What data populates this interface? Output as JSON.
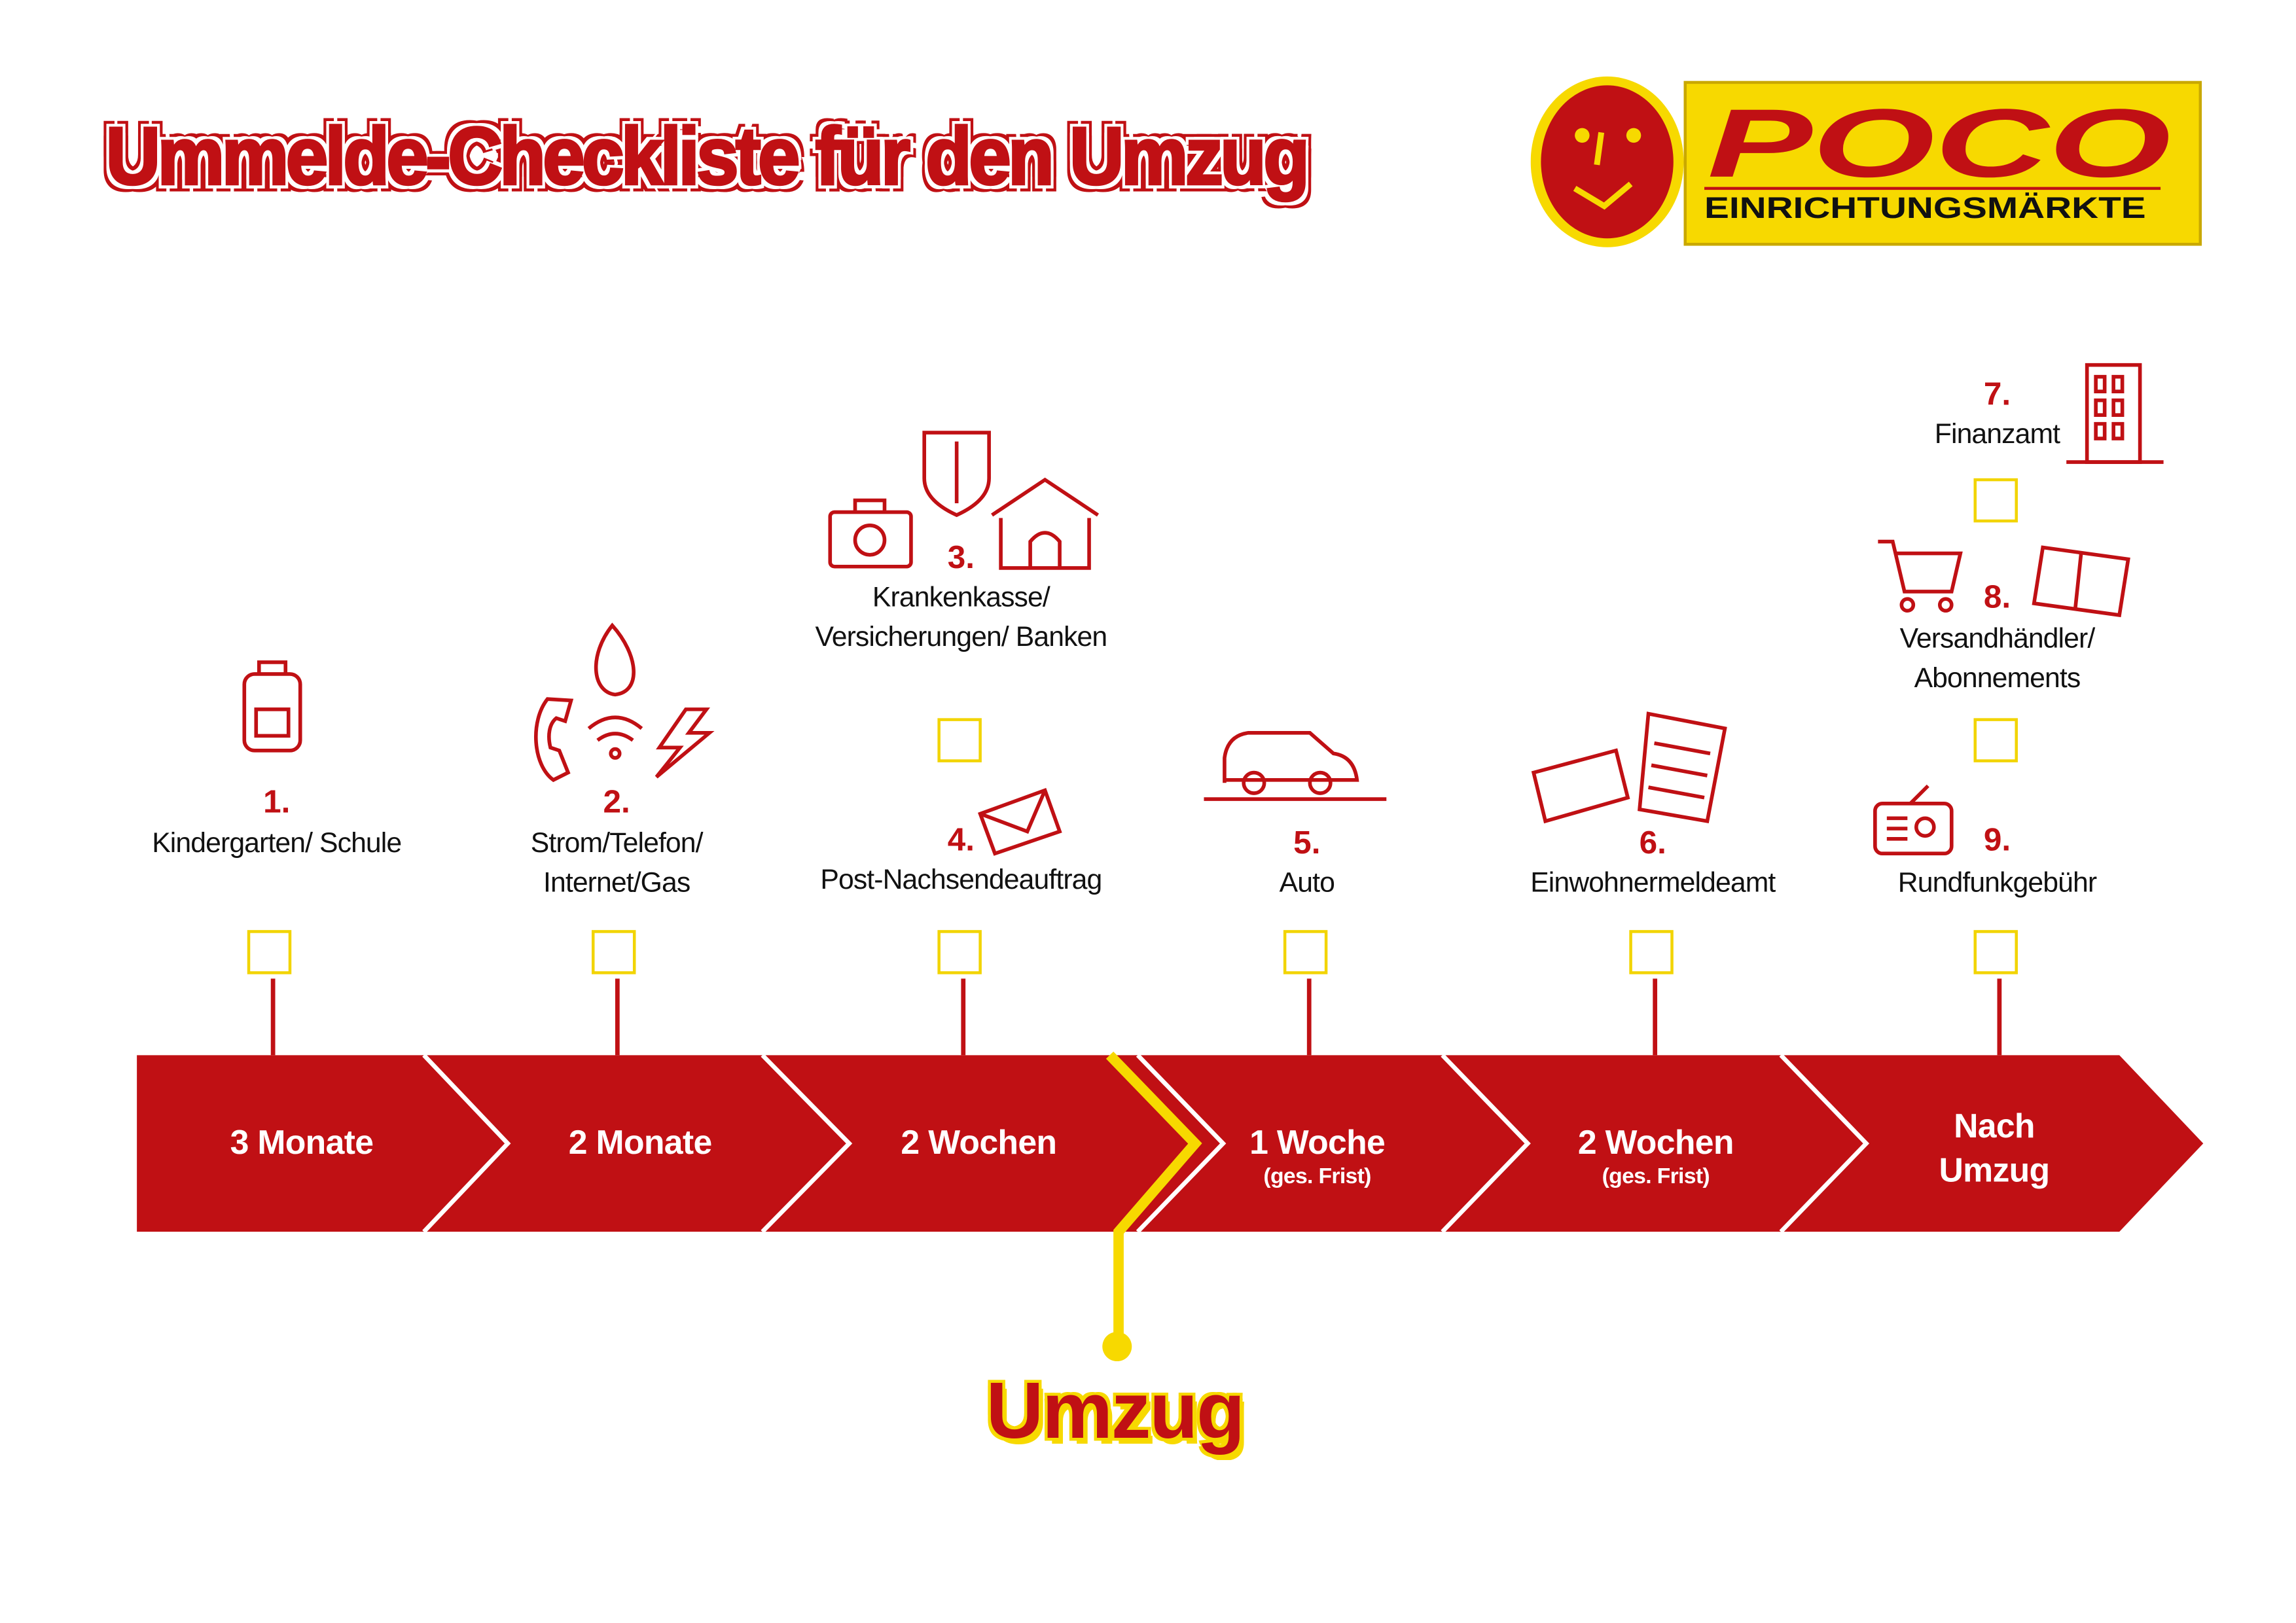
{
  "title": "Ummelde-Checkliste für den Umzug",
  "logo": {
    "brand": "POCO",
    "tagline": "EINRICHTUNGSMÄRKTE"
  },
  "colors": {
    "red": "#c01014",
    "yellow": "#f7d900"
  },
  "items": [
    {
      "num": "1.",
      "label": "Kindergarten/ Schule",
      "icon": "backpack-icon"
    },
    {
      "num": "2.",
      "label": "Strom/Telefon/ Internet/Gas",
      "icon": "utilities-icon"
    },
    {
      "num": "3.",
      "label": "Krankenkasse/ Versicherungen/ Banken",
      "icon": "insurance-bank-icon"
    },
    {
      "num": "4.",
      "label": "Post-Nachsendeauftrag",
      "icon": "envelope-icon"
    },
    {
      "num": "5.",
      "label": "Auto",
      "icon": "car-icon"
    },
    {
      "num": "6.",
      "label": "Einwohnermeldeamt",
      "icon": "id-card-icon"
    },
    {
      "num": "7.",
      "label": "Finanzamt",
      "icon": "office-building-icon"
    },
    {
      "num": "8.",
      "label": "Versandhändler/ Abonnements",
      "icon": "cart-magazine-icon"
    },
    {
      "num": "9.",
      "label": "Rundfunkgebühr",
      "icon": "radio-icon"
    }
  ],
  "timeline": [
    {
      "label": "3 Monate",
      "sub": ""
    },
    {
      "label": "2 Monate",
      "sub": ""
    },
    {
      "label": "2 Wochen",
      "sub": ""
    },
    {
      "label": "1 Woche",
      "sub": "(ges. Frist)"
    },
    {
      "label": "2 Wochen",
      "sub": "(ges. Frist)"
    },
    {
      "label": "Nach Umzug",
      "sub": ""
    }
  ],
  "moving_day": "Umzug"
}
